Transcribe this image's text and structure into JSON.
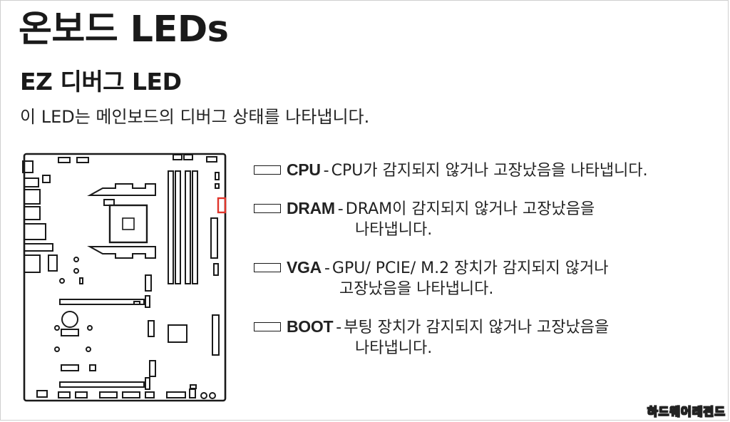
{
  "page": {
    "title": "온보드 LEDs",
    "subtitle": "EZ 디버그 LED",
    "description": "이 LED는 메인보드의 디버그 상태를 나타냅니다.",
    "watermark": "하드웨어레전드"
  },
  "colors": {
    "text": "#1a1a1a",
    "highlight_led": "#e0352b"
  },
  "leds": [
    {
      "name": "CPU",
      "separator": "-",
      "line1": "CPU가 감지되지 않거나 고장났음을 나타냅니다.",
      "line2": ""
    },
    {
      "name": "DRAM",
      "separator": "-",
      "line1": "DRAM이 감지되지 않거나 고장났음을",
      "line2": "나타냅니다."
    },
    {
      "name": "VGA",
      "separator": "-",
      "line1": "GPU/ PCIE/ M.2 장치가 감지되지 않거나",
      "line2": "고장났음을 나타냅니다."
    },
    {
      "name": "BOOT",
      "separator": "-",
      "line1": "부팅 장치가 감지되지 않거나 고장났음을",
      "line2": "나타냅니다."
    }
  ]
}
